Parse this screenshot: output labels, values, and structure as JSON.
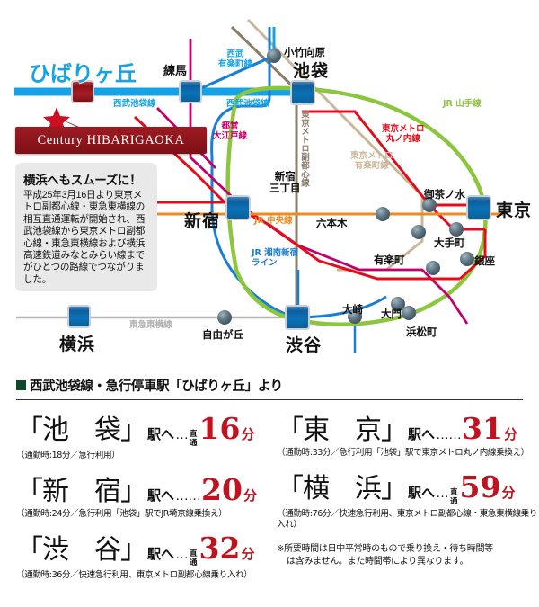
{
  "map": {
    "property_name": "Century HIBARIGAOKA",
    "home_station": "ひばりヶ丘",
    "info_box": {
      "headline": "横浜へもスムーズに！",
      "body": "平成25年3月16日より東京メトロ副都心線・東急東横線の相互直通運転が開始され、西武池袋線から東京メトロ副都心線・東急東横線および横浜高速鉄道みなとみらい線までがひとつの路線でつながりました。"
    },
    "stations": [
      {
        "name": "ひばりヶ丘",
        "type": "home"
      },
      {
        "name": "練馬",
        "type": "major"
      },
      {
        "name": "小竹向原",
        "type": "minor"
      },
      {
        "name": "池袋",
        "type": "major"
      },
      {
        "name": "新宿",
        "type": "major"
      },
      {
        "name": "新宿三丁目",
        "type": "minor"
      },
      {
        "name": "六本木",
        "type": "minor"
      },
      {
        "name": "御茶ノ水",
        "type": "minor"
      },
      {
        "name": "東京",
        "type": "major"
      },
      {
        "name": "大手町",
        "type": "minor"
      },
      {
        "name": "有楽町",
        "type": "minor"
      },
      {
        "name": "銀座",
        "type": "minor"
      },
      {
        "name": "大門",
        "type": "minor"
      },
      {
        "name": "浜松町",
        "type": "minor"
      },
      {
        "name": "大崎",
        "type": "minor"
      },
      {
        "name": "渋谷",
        "type": "major"
      },
      {
        "name": "自由が丘",
        "type": "minor"
      },
      {
        "name": "横浜",
        "type": "major"
      }
    ],
    "lines": [
      {
        "name": "西武池袋線",
        "color": "#14a3e8"
      },
      {
        "name": "西武有楽町線",
        "color": "#14a3e8"
      },
      {
        "name": "都営大江戸線",
        "color": "#c2006b"
      },
      {
        "name": "JR 山手線",
        "color": "#8cc63e"
      },
      {
        "name": "東京メトロ丸ノ内線",
        "color": "#e30c1b"
      },
      {
        "name": "東京メトロ有楽町線",
        "color": "#c9b79a"
      },
      {
        "name": "東京メトロ副都心線",
        "color": "#8b7d6b"
      },
      {
        "name": "JR 中央線",
        "color": "#f08a1e"
      },
      {
        "name": "JR 湘南新宿ライン",
        "color": "#1a7fd4"
      },
      {
        "name": "東急東横線",
        "color": "#b0b0b0"
      }
    ],
    "line_labels": {
      "seibu_ikebukuro_1": "西武池袋線",
      "seibu_ikebukuro_2": "西武池袋線",
      "seibu_yurakucho": "西武\n有楽町線",
      "seibu_yurakucho_l1": "西武",
      "seibu_yurakucho_l2": "有楽町線",
      "toei_oedo_l1": "都営",
      "toei_oedo_l2": "大江戸線",
      "jr_yamanote": "JR 山手線",
      "metro_marunouchi_l1": "東京メトロ",
      "metro_marunouchi_l2": "丸ノ内線",
      "metro_yurakucho_l1": "東京メトロ",
      "metro_yurakucho_l2": "有楽町線",
      "metro_fukutoshin": "東京メトロ副都心線",
      "jr_chuo": "JR 中央線",
      "jr_shonan_l1": "JR 湘南新宿",
      "jr_shonan_l2": "ライン",
      "tokyu_toyoko": "東急東横線"
    }
  },
  "access": {
    "heading": "西武池袋線・急行停車駅「ひばりヶ丘」より",
    "direct_label_l1": "直",
    "direct_label_l2": "通",
    "eki_he": "駅へ",
    "dots_long": "……",
    "dots_short": "…",
    "fun": "分",
    "left_items": [
      {
        "station": "「池　袋」",
        "dots": "…",
        "direct": true,
        "minutes": "16",
        "note": "（通勤時:18分／急行利用）"
      },
      {
        "station": "「新　宿」",
        "dots": "……",
        "direct": false,
        "minutes": "20",
        "note": "（通勤時:24分／急行利用「池袋」駅でJR埼京線乗換え）"
      },
      {
        "station": "「渋　谷」",
        "dots": "…",
        "direct": true,
        "minutes": "32",
        "note": "（通勤時:36分／快速急行利用、東京メトロ副都心線乗り入れ）"
      }
    ],
    "right_items": [
      {
        "station": "「東　京」",
        "dots": "……",
        "direct": false,
        "minutes": "31",
        "note": "（通勤時:33分／急行利用「池袋」駅で東京メトロ丸ノ内線乗換え）"
      },
      {
        "station": "「横　浜」",
        "dots": "…",
        "direct": true,
        "minutes": "59",
        "note": "（通勤時:76分／快速急行利用、東京メトロ副都心線・東急東横線乗り入れ）"
      }
    ],
    "footnote_l1": "※所要時間は日中平常時のもので乗り換え・待ち時間等",
    "footnote_l2": "は含みません。また時間帯により異なります。"
  },
  "colors": {
    "accent_red": "#c1121f",
    "property_banner": "#8d161c",
    "heading_square": "#0d4a2b",
    "home_station_blue": "#14a3e8"
  }
}
